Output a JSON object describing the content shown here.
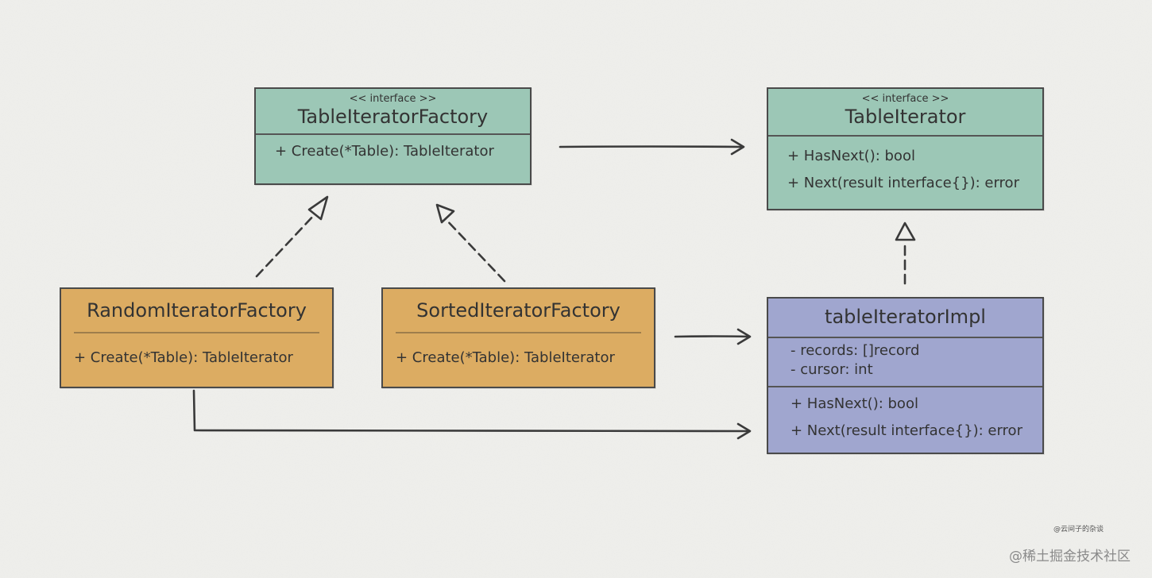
{
  "diagram": {
    "table_iterator_factory": {
      "stereotype": "<< interface >>",
      "name": "TableIteratorFactory",
      "methods": [
        "+ Create(*Table): TableIterator"
      ]
    },
    "table_iterator": {
      "stereotype": "<< interface >>",
      "name": "TableIterator",
      "methods": [
        "+ HasNext(): bool",
        "+ Next(result interface{}): error"
      ]
    },
    "random_iterator_factory": {
      "name": "RandomIteratorFactory",
      "methods": [
        "+ Create(*Table): TableIterator"
      ]
    },
    "sorted_iterator_factory": {
      "name": "SortedIteratorFactory",
      "methods": [
        "+ Create(*Table): TableIterator"
      ]
    },
    "table_iterator_impl": {
      "name": "tableIteratorImpl",
      "fields": [
        "- records: []record",
        "- cursor: int"
      ],
      "methods": [
        "+ HasNext(): bool",
        "+ Next(result interface{}): error"
      ]
    }
  },
  "stamp": "@云间子的杂谈",
  "watermark": "@稀土掘金技术社区",
  "colors": {
    "interface_fill": "#9cc7b6",
    "factory_fill": "#dcac62",
    "impl_fill": "#a0a6cf",
    "line": "#3a3a3a",
    "background": "#efefec"
  }
}
